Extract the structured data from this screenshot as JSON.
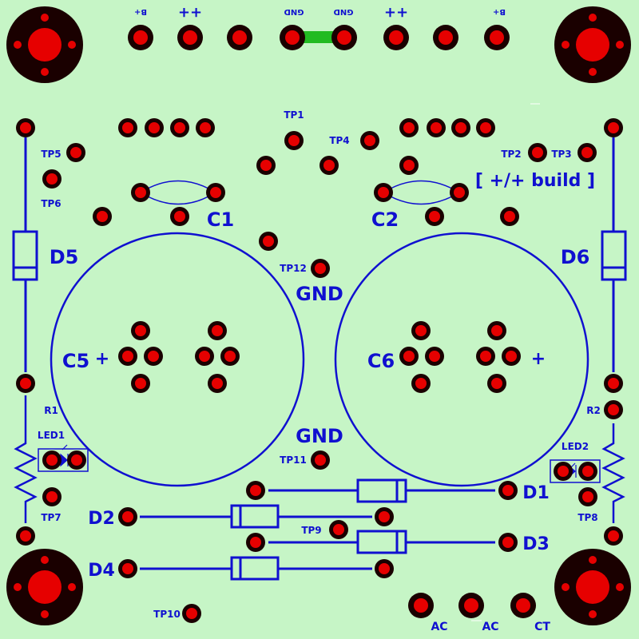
{
  "colors": {
    "background": "#c6f5c6",
    "pad_ring": "#1a0000",
    "pad_core": "#e60000",
    "silkscreen": "#1010d0",
    "jumper": "#22bb22"
  },
  "top_labels": {
    "b_plus_left": "B+",
    "plus_plus_left": "++",
    "gnd_left": "GND",
    "gnd_right": "GND",
    "plus_plus_right": "++",
    "b_plus_right": "B+"
  },
  "build_label": "[ +/+ build ]",
  "components": {
    "c1": "C1",
    "c2": "C2",
    "c5": "C5",
    "c6": "C6",
    "c5_plus": "+",
    "c6_plus": "+",
    "gnd_upper": "GND",
    "gnd_lower": "GND",
    "d1": "D1",
    "d2": "D2",
    "d3": "D3",
    "d4": "D4",
    "d5": "D5",
    "d6": "D6",
    "r1": "R1",
    "r2": "R2",
    "led1": "LED1",
    "led2": "LED2"
  },
  "test_points": {
    "tp1": "TP1",
    "tp2": "TP2",
    "tp3": "TP3",
    "tp4": "TP4",
    "tp5": "TP5",
    "tp6": "TP6",
    "tp7": "TP7",
    "tp8": "TP8",
    "tp9": "TP9",
    "tp10": "TP10",
    "tp11": "TP11",
    "tp12": "TP12"
  },
  "connector_labels": {
    "ac1": "AC",
    "ac2": "AC",
    "ct": "CT"
  }
}
